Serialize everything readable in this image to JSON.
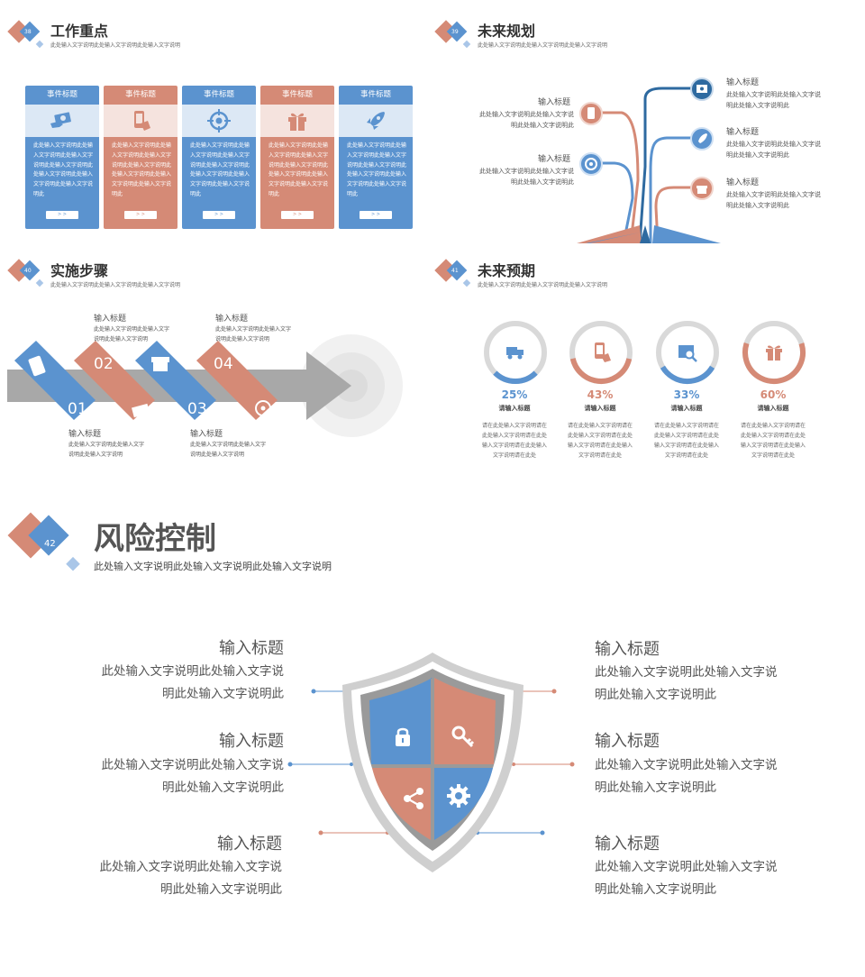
{
  "colors": {
    "blue": "#5b93cf",
    "red": "#d58a76",
    "gray": "#a6a6a6",
    "lightblue": "#dce8f5",
    "lightred": "#f5e3de"
  },
  "slide38": {
    "num": "38",
    "title": "工作重点",
    "subtitle": "此处输入文字说明此处输入文字说明此处输入文字说明",
    "cards": [
      {
        "title": "事件标题",
        "icon": "money-hand-icon",
        "text": "此处输入文字说明此处输入文字说明此处输入文字说明此处输入文字说明此处输入文字说明此处输入文字说明此处输入文字说明此",
        "button": "> >"
      },
      {
        "title": "事件标题",
        "icon": "phone-hand-icon",
        "text": "此处输入文字说明此处输入文字说明此处输入文字说明此处输入文字说明此处输入文字说明此处输入文字说明此处输入文字说明此",
        "button": "> >"
      },
      {
        "title": "事件标题",
        "icon": "target-icon",
        "text": "此处输入文字说明此处输入文字说明此处输入文字说明此处输入文字说明此处输入文字说明此处输入文字说明此处输入文字说明此",
        "button": "> >"
      },
      {
        "title": "事件标题",
        "icon": "gift-icon",
        "text": "此处输入文字说明此处输入文字说明此处输入文字说明此处输入文字说明此处输入文字说明此处输入文字说明此处输入文字说明此",
        "button": "> >"
      },
      {
        "title": "事件标题",
        "icon": "rocket-icon",
        "text": "此处输入文字说明此处输入文字说明此处输入文字说明此处输入文字说明此处输入文字说明此处输入文字说明此处输入文字说明此",
        "button": "> >"
      }
    ]
  },
  "slide39": {
    "num": "39",
    "title": "未来规划",
    "subtitle": "此处输入文字说明此处输入文字说明此处输入文字说明",
    "left": [
      {
        "title": "输入标题",
        "line1": "此处输入文字说明此处输入文字说",
        "line2": "明此处输入文字说明此"
      },
      {
        "title": "输入标题",
        "line1": "此处输入文字说明此处输入文字说",
        "line2": "明此处输入文字说明此"
      }
    ],
    "right": [
      {
        "title": "输入标题",
        "line1": "此处输入文字说明此处输入文字说",
        "line2": "明此处输入文字说明此"
      },
      {
        "title": "输入标题",
        "line1": "此处输入文字说明此处输入文字说",
        "line2": "明此处输入文字说明此"
      },
      {
        "title": "输入标题",
        "line1": "此处输入文字说明此处输入文字说",
        "line2": "明此处输入文字说明此"
      }
    ]
  },
  "slide40": {
    "num": "40",
    "title": "实施步骤",
    "subtitle": "此处输入文字说明此处输入文字说明此处输入文字说明",
    "steps": [
      "01",
      "02",
      "03",
      "04"
    ],
    "labels": [
      {
        "title": "输入标题",
        "line1": "此处输入文字说明此处输入文字",
        "line2": "说明此处输入文字说明"
      },
      {
        "title": "输入标题",
        "line1": "此处输入文字说明此处输入文字",
        "line2": "说明此处输入文字说明"
      },
      {
        "title": "输入标题",
        "line1": "此处输入文字说明此处输入文字",
        "line2": "说明此处输入文字说明"
      },
      {
        "title": "输入标题",
        "line1": "此处输入文字说明此处输入文字",
        "line2": "说明此处输入文字说明"
      }
    ]
  },
  "slide41": {
    "num": "41",
    "title": "未来预期",
    "subtitle": "此处输入文字说明此处输入文字说明此处输入文字说明",
    "items": [
      {
        "percent": "25%",
        "value": 0.25,
        "color": "#5b93cf",
        "icon": "truck-icon",
        "title": "请输入标题",
        "l1": "请在此处输入文字说明请在",
        "l2": "此处输入文字说明请在此处",
        "l3": "输入文字说明请在此处输入",
        "l4": "文字说明请在此处"
      },
      {
        "percent": "43%",
        "value": 0.43,
        "color": "#d58a76",
        "icon": "phone-hand-icon",
        "title": "请输入标题",
        "l1": "请在此处输入文字说明请在",
        "l2": "此处输入文字说明请在此处",
        "l3": "输入文字说明请在此处输入",
        "l4": "文字说明请在此处"
      },
      {
        "percent": "33%",
        "value": 0.33,
        "color": "#5b93cf",
        "icon": "search-box-icon",
        "title": "请输入标题",
        "l1": "请在此处输入文字说明请在",
        "l2": "此处输入文字说明请在此处",
        "l3": "输入文字说明请在此处输入",
        "l4": "文字说明请在此处"
      },
      {
        "percent": "60%",
        "value": 0.6,
        "color": "#d58a76",
        "icon": "gift-icon",
        "title": "请输入标题",
        "l1": "请在此处输入文字说明请在",
        "l2": "此处输入文字说明请在此处",
        "l3": "输入文字说明请在此处输入",
        "l4": "文字说明请在此处"
      }
    ]
  },
  "slide42": {
    "num": "42",
    "title": "风险控制",
    "subtitle": "此处输入文字说明此处输入文字说明此处输入文字说明",
    "left": [
      {
        "title": "输入标题",
        "line1": "此处输入文字说明此处输入文字说",
        "line2": "明此处输入文字说明此"
      },
      {
        "title": "输入标题",
        "line1": "此处输入文字说明此处输入文字说",
        "line2": "明此处输入文字说明此"
      },
      {
        "title": "输入标题",
        "line1": "此处输入文字说明此处输入文字说",
        "line2": "明此处输入文字说明此"
      }
    ],
    "right": [
      {
        "title": "输入标题",
        "line1": "此处输入文字说明此处输入文字说",
        "line2": "明此处输入文字说明此"
      },
      {
        "title": "输入标题",
        "line1": "此处输入文字说明此处输入文字说",
        "line2": "明此处输入文字说明此"
      },
      {
        "title": "输入标题",
        "line1": "此处输入文字说明此处输入文字说",
        "line2": "明此处输入文字说明此"
      }
    ],
    "shield_icons": [
      "lock-icon",
      "key-icon",
      "share-icon",
      "gear-icon"
    ]
  }
}
